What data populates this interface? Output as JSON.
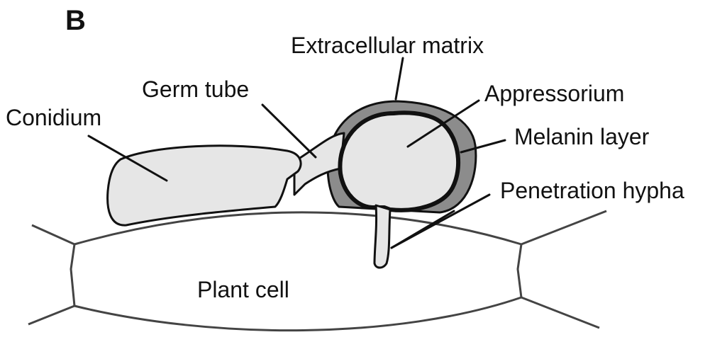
{
  "panel_letter": "B",
  "labels": {
    "extracellular_matrix": "Extracellular matrix",
    "germ_tube": "Germ tube",
    "appressorium": "Appressorium",
    "conidium": "Conidium",
    "melanin_layer": "Melanin layer",
    "penetration_hypha": "Penetration hypha",
    "plant_cell": "Plant cell"
  },
  "colors": {
    "structure_fill": "#e6e6e6",
    "matrix_fill": "#8c8c8c",
    "outline": "#111111",
    "cell_wall": "#444444"
  }
}
